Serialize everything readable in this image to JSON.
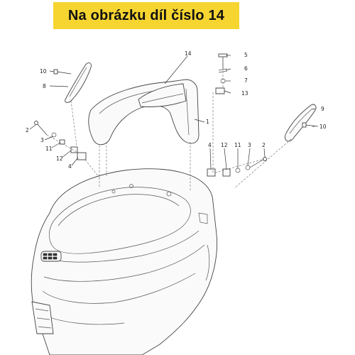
{
  "banner": {
    "text": "Na obrázku díl číslo 14"
  },
  "labels": {
    "l14": "14",
    "l5": "5",
    "l6": "6",
    "l7": "7",
    "l13": "13",
    "l10a": "10",
    "l8": "8",
    "l1": "1",
    "l9": "9",
    "l10b": "10",
    "l2a": "2",
    "l3a": "3",
    "l11a": "11",
    "l12a": "12",
    "l4a": "4",
    "l4b": "4",
    "l12b": "12",
    "l11b": "11",
    "l3b": "3",
    "l2b": "2"
  }
}
